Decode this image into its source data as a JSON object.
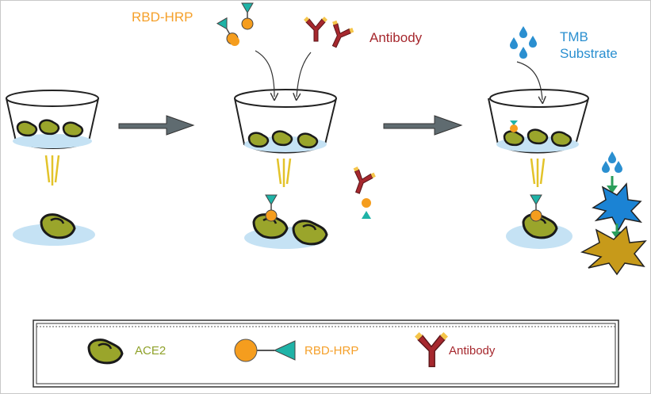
{
  "labels": {
    "rbd_hrp": "RBD-HRP",
    "antibody": "Antibody",
    "tmb_line1": "TMB",
    "tmb_line2": "Substrate"
  },
  "legend": {
    "ace2": "ACE2",
    "rbd_hrp": "RBD-HRP",
    "antibody": "Antibody"
  },
  "colors": {
    "ace2": "#9aa52b",
    "hrp": "#f59d1e",
    "rbd": "#1fb3a7",
    "antibody": "#a6282e",
    "substrate": "#2a8fd0",
    "product": "#c79a1a"
  }
}
